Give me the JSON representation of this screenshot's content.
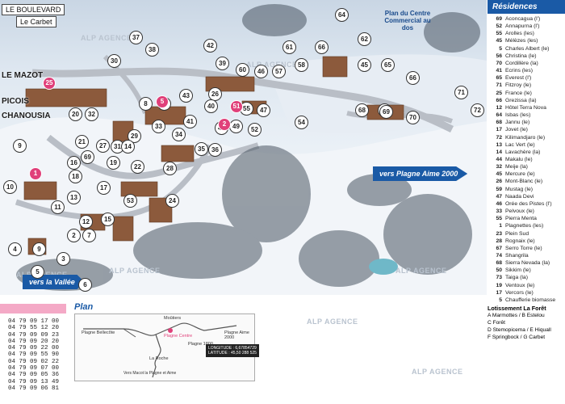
{
  "map": {
    "top_labels": [
      "LE BOULEVARD",
      "Le Carbet"
    ],
    "place_labels": [
      "LE MAZOT",
      "PICOIS",
      "CHANOUSIA"
    ],
    "watermarks": [
      "ALP AGENCE",
      "ALP AGENCE",
      "ALP AGENCE",
      "ALP AGENCE",
      "ALP AGENCE"
    ],
    "commercial_center": "Plan du Centre Commercial au dos",
    "arrow_plagne_aime": "vers Plagne Aime 2000",
    "arrow_vallee": "vers la Vallée",
    "markers": [
      "64",
      "37",
      "62",
      "38",
      "42",
      "61",
      "66",
      "58",
      "30",
      "39",
      "45",
      "65",
      "60",
      "43",
      "46",
      "66",
      "57",
      "71",
      "8",
      "26",
      "44",
      "33",
      "40",
      "55",
      "12",
      "72",
      "47",
      "41",
      "49",
      "68",
      "69",
      "70",
      "20",
      "32",
      "34",
      "48",
      "52",
      "54",
      "21",
      "27",
      "29",
      "31",
      "35",
      "36",
      "9",
      "16",
      "69",
      "14",
      "28",
      "19",
      "18",
      "22",
      "17",
      "53",
      "24",
      "13",
      "15",
      "10",
      "11",
      "12",
      "2",
      "7",
      "9",
      "4",
      "5",
      "6",
      "3"
    ],
    "pink_markers": [
      "25",
      "5",
      "51",
      "1",
      "2"
    ]
  },
  "legend": {
    "title": "Résidences",
    "items": [
      {
        "n": "69",
        "name": "Aconcagua (l')"
      },
      {
        "n": "52",
        "name": "Annapurna (l')"
      },
      {
        "n": "55",
        "name": "Arolles (les)"
      },
      {
        "n": "45",
        "name": "Mélèzes (les)"
      },
      {
        "n": "5",
        "name": "Charles Albert (le)"
      },
      {
        "n": "56",
        "name": "Christina (le)"
      },
      {
        "n": "70",
        "name": "Cordillère (la)"
      },
      {
        "n": "41",
        "name": "Ecrins (les)"
      },
      {
        "n": "65",
        "name": "Everest (l')"
      },
      {
        "n": "71",
        "name": "Fitzroy (le)"
      },
      {
        "n": "25",
        "name": "France (le)"
      },
      {
        "n": "66",
        "name": "Grezissa (la)"
      },
      {
        "n": "12",
        "name": "Hôtel Terra Nova"
      },
      {
        "n": "64",
        "name": "Isbas (les)"
      },
      {
        "n": "68",
        "name": "Jannu (le)"
      },
      {
        "n": "17",
        "name": "Jovet (le)"
      },
      {
        "n": "72",
        "name": "Kilimandjaro (le)"
      },
      {
        "n": "13",
        "name": "Lac Vert (le)"
      },
      {
        "n": "14",
        "name": "Lavachère (la)"
      },
      {
        "n": "44",
        "name": "Makalu (le)"
      },
      {
        "n": "32",
        "name": "Meije (la)"
      },
      {
        "n": "45",
        "name": "Mercure (le)"
      },
      {
        "n": "26",
        "name": "Mont-Blanc (le)"
      },
      {
        "n": "59",
        "name": "Mustag (le)"
      },
      {
        "n": "47",
        "name": "Naada Devi"
      },
      {
        "n": "46",
        "name": "Orée des Pistes (l')"
      },
      {
        "n": "33",
        "name": "Pelvoux (le)"
      },
      {
        "n": "55",
        "name": "Pierra Menta"
      },
      {
        "n": "1",
        "name": "Plagnettes (les)"
      },
      {
        "n": "23",
        "name": "Plein Sud"
      },
      {
        "n": "28",
        "name": "Rognaix (le)"
      },
      {
        "n": "67",
        "name": "Serro Torre (le)"
      },
      {
        "n": "74",
        "name": "Shangrila"
      },
      {
        "n": "68",
        "name": "Sierra Nevada (la)"
      },
      {
        "n": "50",
        "name": "Sikkim (le)"
      },
      {
        "n": "73",
        "name": "Taiga (la)"
      },
      {
        "n": "19",
        "name": "Ventoux (le)"
      },
      {
        "n": "17",
        "name": "Vercors (le)"
      },
      {
        "n": "5",
        "name": "Chaufferie biomasse"
      }
    ],
    "lotissement_title": "Lotissement La Forêt",
    "lotissement": [
      "A Marmottes / B Estelou",
      "C Forêt",
      "D Stemopicema / E Hiquall",
      "F Springbock / G Carbet"
    ]
  },
  "bottom": {
    "phones": [
      "04 79 09 17 00",
      "04 79 55 12 20",
      "04 79 09 09 23",
      "04 79 09 20 20",
      "04 79 09 22 00",
      "04 79 09 55 90",
      "04 79 09 02 22",
      "04 79 09 07 00",
      "04 79 09 05 36",
      "04 79 09 13 49",
      "04 79 09 06 81"
    ],
    "plan_title": "Plan",
    "plan_labels": [
      "Plagne Bellecôte",
      "Plagne Centre",
      "Plagne 1800",
      "Plagne Aime 2000",
      "La Roche",
      "Vers Macot la Plagne et Aime",
      "Moûtiers"
    ],
    "coords": [
      "LONGITUDE : 6,67854729",
      "LATITUDE : 45,50 288 525"
    ],
    "watermark": "ALP AGENCE"
  },
  "colors": {
    "accent_blue": "#1a5aa6",
    "pink": "#e0407a",
    "pink_bar": "#f4a9c6"
  }
}
